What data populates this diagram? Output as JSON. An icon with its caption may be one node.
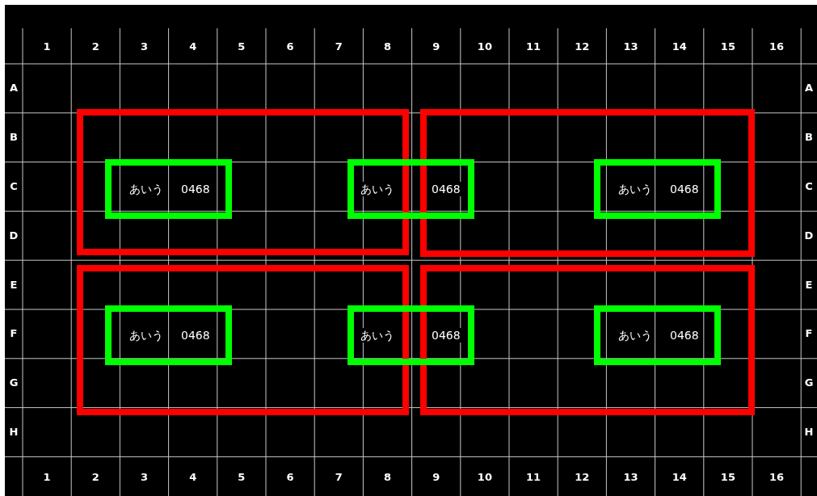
{
  "diagram": {
    "nodes": [
      {
        "text": [],
        "shape": "box"
      },
      {
        "text": [
          "あいう",
          "0468"
        ],
        "in": 0
      },
      {
        "text": [
          "あいう",
          "0468"
        ]
      },
      {
        "text": [],
        "shape": "box"
      },
      {
        "text": [
          "あいう",
          "0468"
        ],
        "in": 3
      },
      {
        "text": [],
        "shape": "box"
      },
      {
        "text": [
          "あいう",
          "0468"
        ],
        "in": 5
      },
      {
        "text": [
          "あいう",
          "0468"
        ]
      },
      {
        "text": [],
        "shape": "box"
      },
      {
        "text": [
          "あいう",
          "0468"
        ],
        "in": 8
      }
    ],
    "labels": [
      "1",
      "2",
      "3",
      "4",
      "5",
      "6",
      "7",
      "8",
      "9",
      "10",
      "11",
      "12",
      "13",
      "14",
      "15",
      "16",
      "A",
      "A",
      "B",
      "B",
      "C",
      "C",
      "D",
      "D",
      "E",
      "E",
      "F",
      "F",
      "G",
      "G",
      "H",
      "H",
      "1",
      "2",
      "3",
      "4",
      "5",
      "6",
      "7",
      "8",
      "9",
      "10",
      "11",
      "12",
      "13",
      "14",
      "15",
      "16"
    ]
  }
}
